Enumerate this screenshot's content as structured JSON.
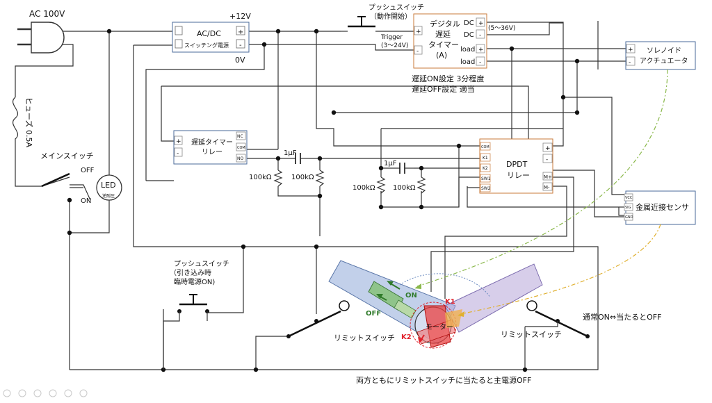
{
  "labels": {
    "ac_source": "AC 100V",
    "fuse": "ヒューズ 0.5A",
    "main_switch": "メインスイッチ",
    "off": "OFF",
    "on": "ON",
    "led": "LED",
    "led_sub": "逆耐圧",
    "psu_title": "AC/DC",
    "psu_sub": "スイッチング電源",
    "plus12v": "+12V",
    "zero_v": "0V",
    "push_start_1": "プッシュスイッチ",
    "push_start_2": "（動作開始）",
    "timer_line1": "デジタル",
    "timer_line2": "遅延",
    "timer_line3": "タイマー",
    "timer_line4": "(A)",
    "timer_dc1": "DC",
    "timer_dc2": "DC",
    "timer_load1": "load",
    "timer_load2": "load",
    "timer_range": "(5～36V)",
    "trigger_1": "Trigger",
    "trigger_2": "(3～24V)",
    "delay_on": "遅延ON設定  3分程度",
    "delay_off": "遅延OFF設定  適当",
    "solenoid_1": "ソレノイド",
    "solenoid_2": "アクチュエータ",
    "delay_relay_1": "遅延タイマー",
    "delay_relay_2": "リレー",
    "nc": "NC",
    "com": "COM",
    "no": "NO",
    "cap1": "1μF",
    "cap2": "1μF",
    "r1": "100kΩ",
    "r2": "100kΩ",
    "r3": "100kΩ",
    "r4": "100kΩ",
    "dpdt_1": "DPDT",
    "dpdt_2": "リレー",
    "k1": "K1",
    "k2": "K2",
    "sw1": "SW1",
    "sw2": "SW2",
    "m_plus": "M+",
    "m_minus": "M-",
    "sensor": "金属近接センサ",
    "vcc": "VCC",
    "sig": "SIG",
    "gnd": "GND",
    "push_pull_1": "プッシュスイッチ",
    "push_pull_2": "（引き込み時",
    "push_pull_3": "臨時電源ON)",
    "limit_left": "リミットスイッチ",
    "limit_right": "リミットスイッチ",
    "motor": "モーター",
    "arm_on": "ON",
    "arm_off": "OFF",
    "normal_on": "通常ON⇔当たるとOFF",
    "bottom_note": "両方ともにリミットスイッチに当たると主電源OFF",
    "plus": "+",
    "minus": "-"
  },
  "colors": {
    "blue_box": "#4a6a9a",
    "orange_box": "#c87a3a",
    "arm_left": "#8fa9d9",
    "arm_right": "#b7a5d8",
    "red": "#e0202a"
  }
}
